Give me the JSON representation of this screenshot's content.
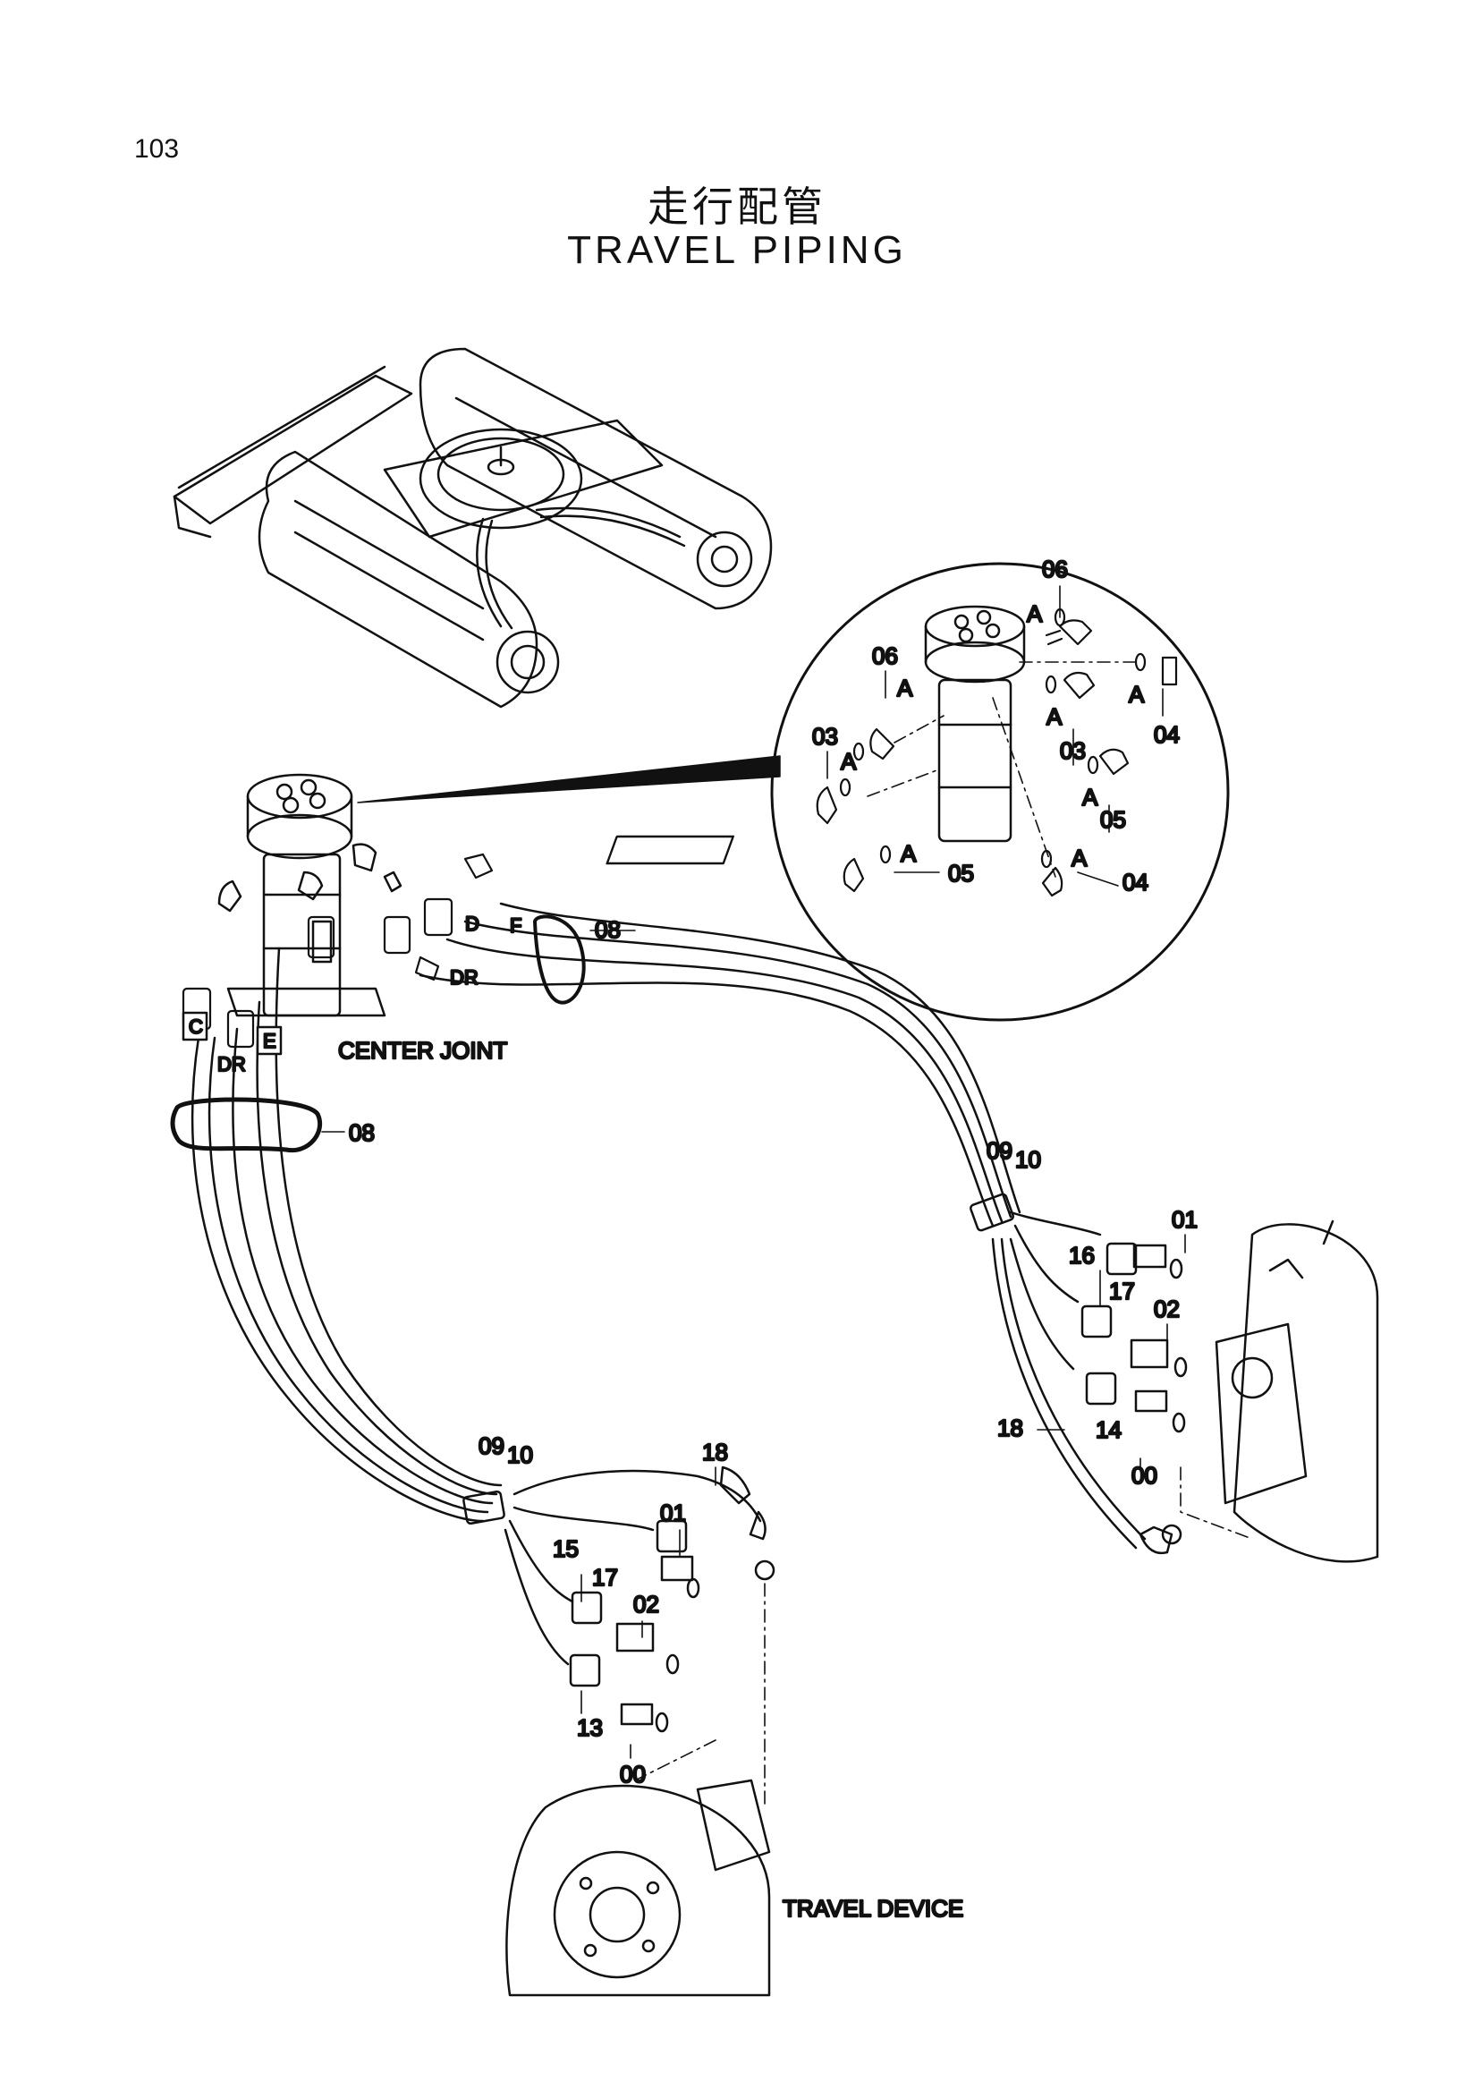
{
  "page": {
    "number": "103"
  },
  "title": {
    "cjk": "走行配管",
    "en": "TRAVEL PIPING"
  },
  "labels": {
    "center_joint": "CENTER JOINT",
    "travel_device": "TRAVEL DEVICE"
  },
  "detail_callouts": [
    {
      "ref": "06",
      "letter": "A"
    },
    {
      "ref": "06",
      "letter": "A"
    },
    {
      "ref": "04",
      "letter": "A"
    },
    {
      "ref": "03",
      "letter": "A"
    },
    {
      "ref": "03",
      "letter": "A"
    },
    {
      "ref": "05",
      "letter": "A"
    },
    {
      "ref": "05",
      "letter": "A"
    },
    {
      "ref": "04",
      "letter": "A"
    }
  ],
  "main_callouts": {
    "band_upper": "08",
    "band_lower": "08",
    "right_clamp_a": "09",
    "right_clamp_b": "10",
    "left_clamp_a": "09",
    "left_clamp_b": "10",
    "right_dr_fitting": "17",
    "right_f_fitting": "16",
    "right_d_fitting": "14",
    "right_hose": "18",
    "right_adapter_top": "01",
    "right_adapter_mid": "02",
    "right_adapter_bottom": "00",
    "left_hose": "18",
    "left_dr_fitting": "17",
    "left_e_fitting": "15",
    "left_c_fitting": "13",
    "left_adapter_top": "01",
    "left_adapter_mid": "02",
    "left_adapter_bottom": "00",
    "oring_letter": "A"
  },
  "hose_tags": {
    "c": "C",
    "e": "E",
    "dr": "DR",
    "d": "D",
    "f": "F"
  }
}
